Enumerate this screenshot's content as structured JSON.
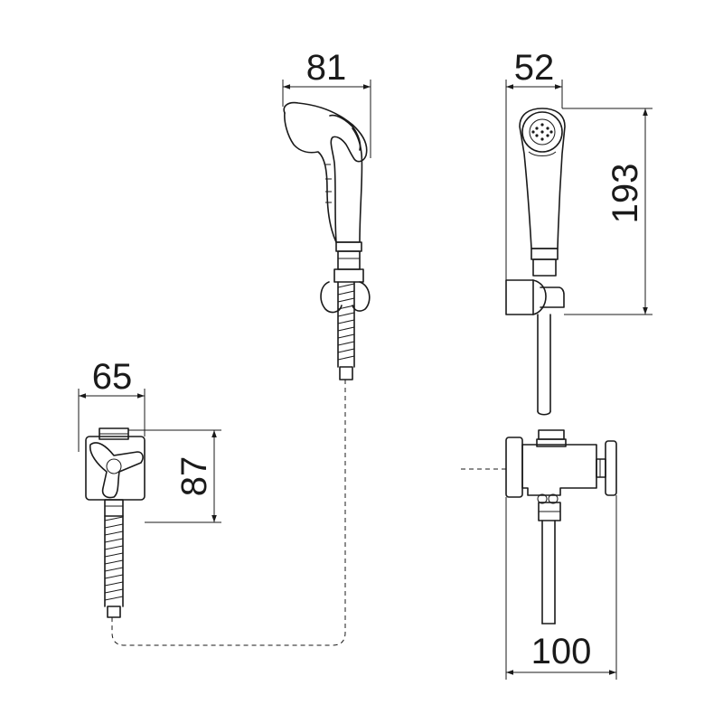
{
  "dimensions": {
    "handshower_width": "81",
    "handshower_depth": "52",
    "handshower_height": "193",
    "valve_width": "65",
    "valve_height": "87",
    "valve_depth": "100"
  }
}
